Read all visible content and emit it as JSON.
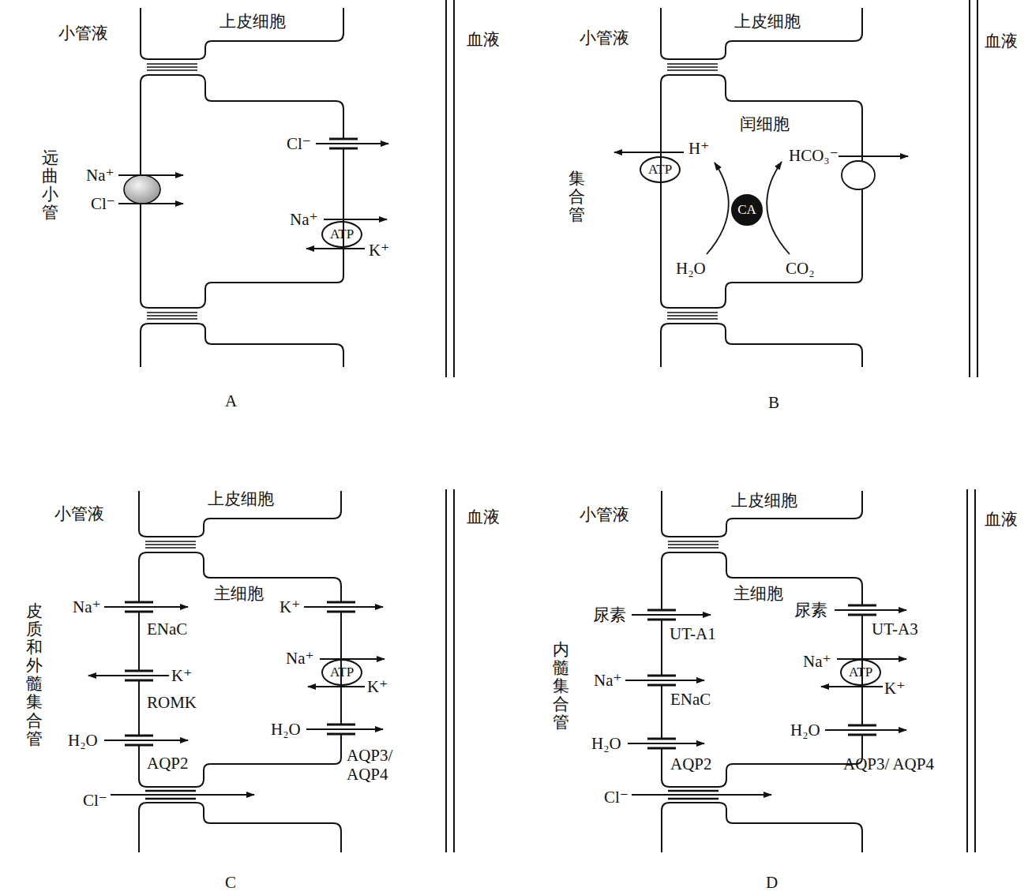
{
  "diagram": {
    "nodes": [
      {
        "text": [
          "ATP"
        ]
      },
      {
        "text": [
          "ATP"
        ]
      },
      {
        "text": [
          "CA"
        ]
      },
      {
        "text": [
          "ATP"
        ]
      },
      {
        "text": [
          "ATP"
        ]
      }
    ],
    "labels": [
      "小管液",
      "上皮细胞",
      "血液",
      "远曲小管",
      "Na⁺",
      "Cl⁻",
      "Cl⁻",
      "Na⁺",
      "K⁺",
      "A",
      "小管液",
      "上皮细胞",
      "血液",
      "集合管",
      "闰细胞",
      "H⁺",
      "HCO₃⁻",
      "H₂O",
      "CO₂",
      "B",
      "小管液",
      "上皮细胞",
      "血液",
      "皮质和外髓集合管",
      "主细胞",
      "Na⁺",
      "ENaC",
      "K⁺",
      "ROMK",
      "H₂O",
      "AQP2",
      "Cl⁻",
      "K⁺",
      "Na⁺",
      "K⁺",
      "H₂O",
      "AQP3/ AQP4",
      "C",
      "小管液",
      "上皮细胞",
      "血液",
      "内髓集合管",
      "主细胞",
      "尿素",
      "UT-A1",
      "Na⁺",
      "ENaC",
      "H₂O",
      "AQP2",
      "Cl⁻",
      "尿素",
      "UT-A3",
      "Na⁺",
      "K⁺",
      "H₂O",
      "AQP3/ AQP4",
      "D"
    ]
  }
}
